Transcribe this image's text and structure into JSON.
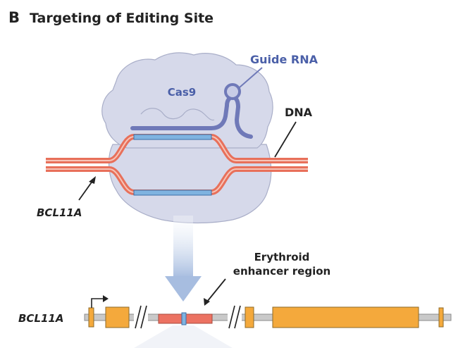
{
  "panel": {
    "letter": "B",
    "title": "Targeting of Editing Site"
  },
  "labels": {
    "cas9": "Cas9",
    "guide_rna": "Guide RNA",
    "dna": "DNA",
    "gene_top": "BCL11A",
    "enhancer_line1": "Erythroid",
    "enhancer_line2": "enhancer region",
    "gene_bottom": "BCL11A"
  },
  "colors": {
    "dna_strand": "#e8705a",
    "target_bar": "#7fb3e0",
    "protein_fill": "#d6d9ea",
    "guide_rna": "#6f79b8",
    "exon": "#f4a93c",
    "enhancer": "#ec7262",
    "arrow": "#a7bde0",
    "text_dark": "#222222",
    "text_blue": "#4a5fa8"
  }
}
